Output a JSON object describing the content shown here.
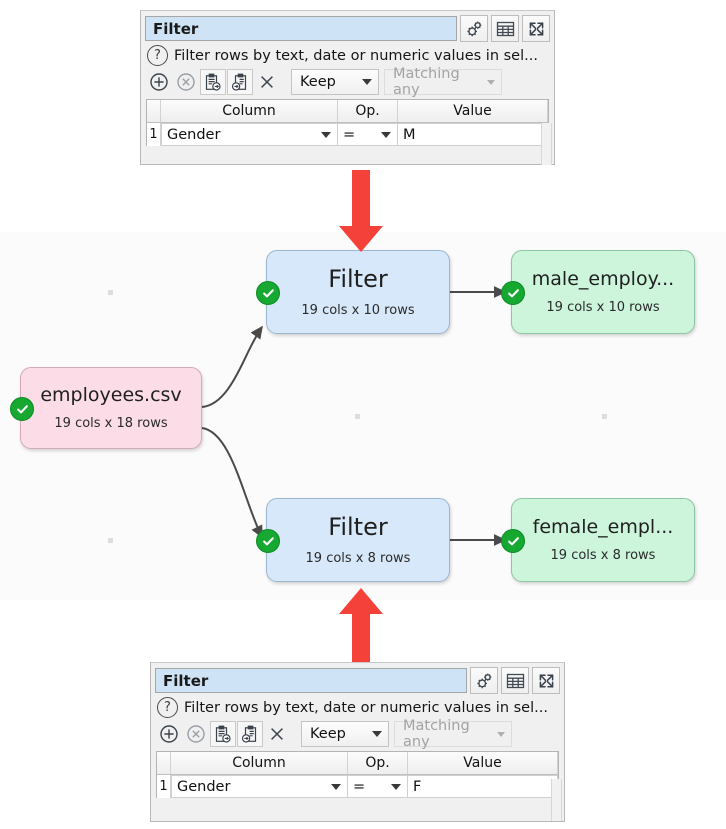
{
  "filter_panel_top": {
    "title": "Filter",
    "description": "Filter rows by text, date or numeric values in sel...",
    "help_glyph": "?",
    "header_icons": [
      {
        "name": "gears-icon",
        "label": "Settings"
      },
      {
        "name": "table-icon",
        "label": "Show table"
      },
      {
        "name": "expand-icon",
        "label": "Maximize"
      }
    ],
    "toolbar": [
      {
        "name": "add-row-icon",
        "label": "Add"
      },
      {
        "name": "remove-row-icon",
        "label": "Remove"
      },
      {
        "name": "copy-to-clipboard-icon",
        "label": "Copy"
      },
      {
        "name": "paste-from-clipboard-icon",
        "label": "Paste"
      },
      {
        "name": "clear-icon",
        "label": "Clear"
      }
    ],
    "mode_select": "Keep",
    "match_select": "Matching any",
    "match_disabled": true,
    "columns": [
      "Column",
      "Op.",
      "Value"
    ],
    "rows": [
      {
        "num": "1",
        "column": "Gender",
        "op": "=",
        "value": "M"
      }
    ]
  },
  "filter_panel_bottom": {
    "title": "Filter",
    "description": "Filter rows by text, date or numeric values in sel...",
    "help_glyph": "?",
    "header_icons": [
      {
        "name": "gears-icon",
        "label": "Settings"
      },
      {
        "name": "table-icon",
        "label": "Show table"
      },
      {
        "name": "expand-icon",
        "label": "Maximize"
      }
    ],
    "toolbar": [
      {
        "name": "add-row-icon",
        "label": "Add"
      },
      {
        "name": "remove-row-icon",
        "label": "Remove"
      },
      {
        "name": "copy-to-clipboard-icon",
        "label": "Copy"
      },
      {
        "name": "paste-from-clipboard-icon",
        "label": "Paste"
      },
      {
        "name": "clear-icon",
        "label": "Clear"
      }
    ],
    "mode_select": "Keep",
    "match_select": "Matching any",
    "match_disabled": true,
    "columns": [
      "Column",
      "Op.",
      "Value"
    ],
    "rows": [
      {
        "num": "1",
        "column": "Gender",
        "op": "=",
        "value": "F"
      }
    ]
  },
  "canvas": {
    "nodes": [
      {
        "id": "source",
        "title": "employees.csv",
        "subtitle": "19 cols x 18 rows",
        "type": "source",
        "status": "ok",
        "color": "#fbdce7"
      },
      {
        "id": "filter-male",
        "title": "Filter",
        "subtitle": "19 cols x 10 rows",
        "type": "filter",
        "status": "ok",
        "color": "#d7e8fa"
      },
      {
        "id": "filter-female",
        "title": "Filter",
        "subtitle": "19 cols x 8 rows",
        "type": "filter",
        "status": "ok",
        "color": "#d7e8fa"
      },
      {
        "id": "output-male",
        "title": "male_employ...",
        "subtitle": "19 cols x 10 rows",
        "type": "output",
        "status": "ok",
        "color": "#ccf5dc"
      },
      {
        "id": "output-female",
        "title": "female_empl...",
        "subtitle": "19 cols x 8 rows",
        "type": "output",
        "status": "ok",
        "color": "#ccf5dc"
      }
    ],
    "connectors": [
      {
        "from": "source",
        "to": "filter-male"
      },
      {
        "from": "source",
        "to": "filter-female"
      },
      {
        "from": "filter-male",
        "to": "output-male"
      },
      {
        "from": "filter-female",
        "to": "output-female"
      }
    ]
  },
  "annotations": {
    "arrow_color": "#f4423a",
    "arrows": [
      {
        "name": "callout-arrow-down",
        "points_to": "filter-male"
      },
      {
        "name": "callout-arrow-up",
        "points_to": "filter-female"
      }
    ]
  }
}
